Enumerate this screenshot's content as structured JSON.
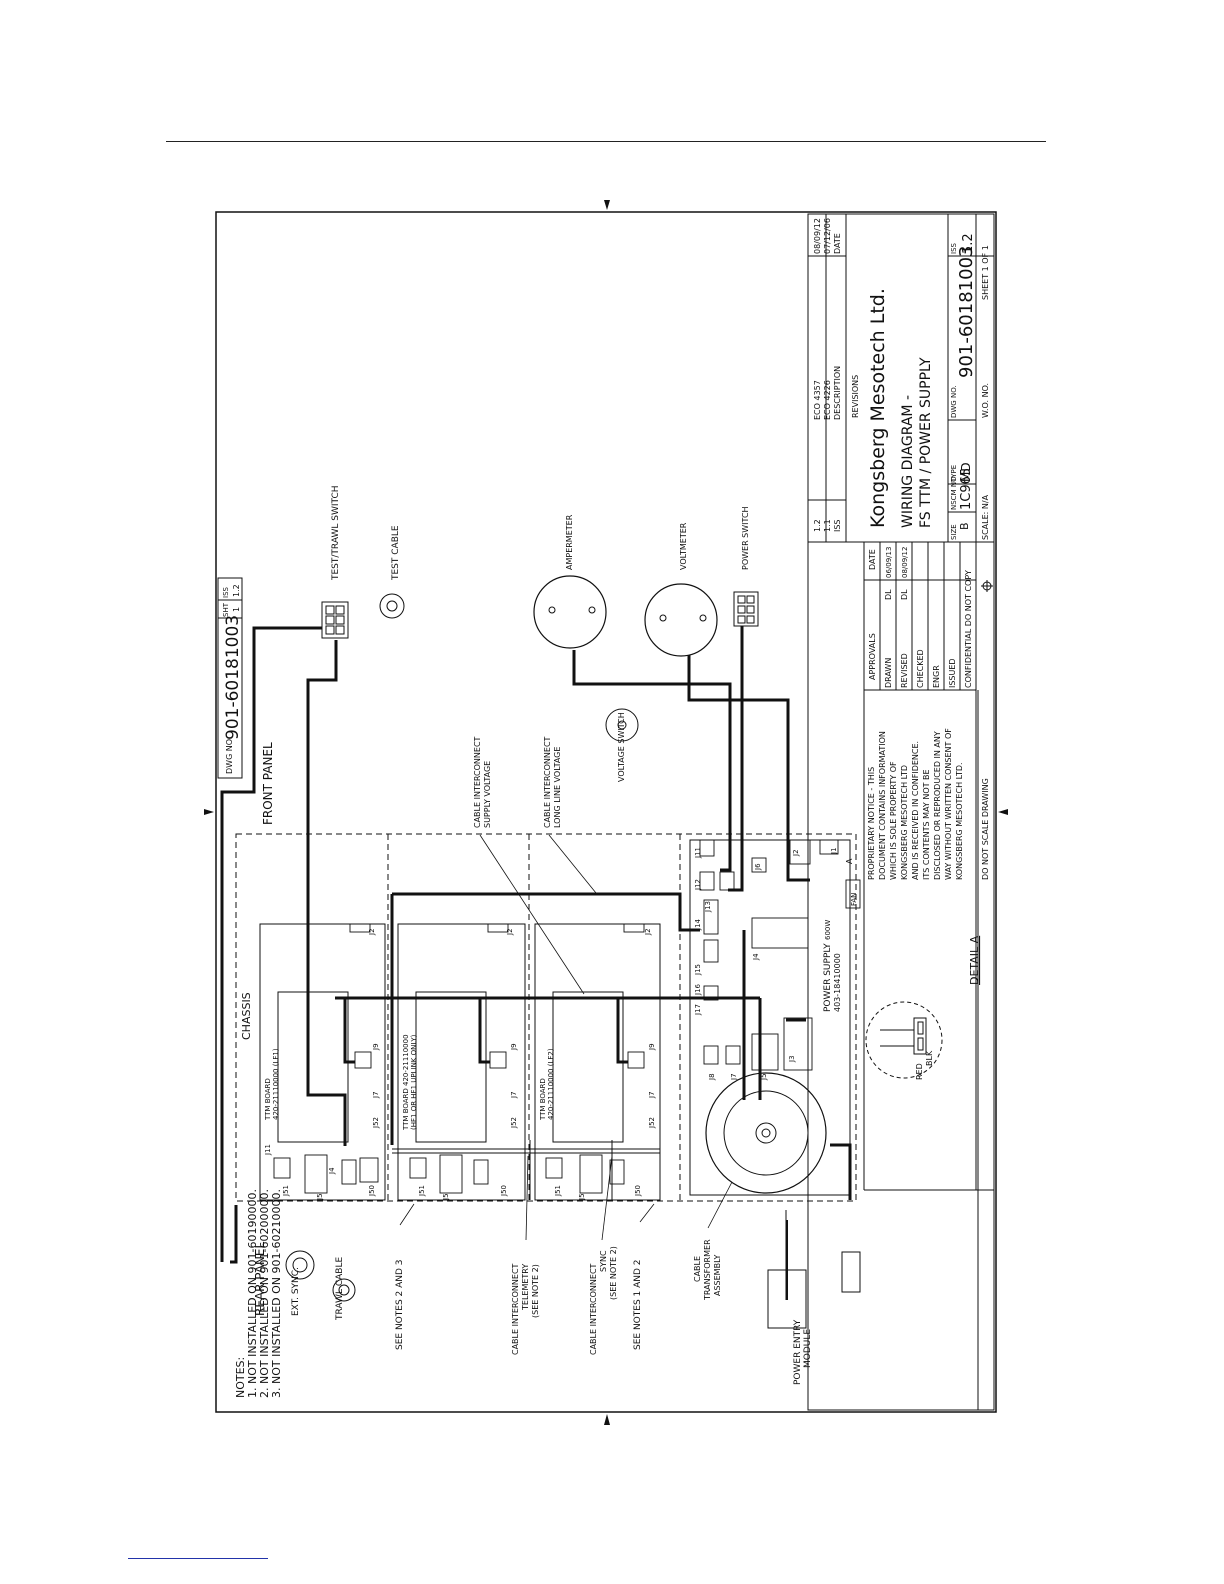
{
  "drawing": {
    "company": "Kongsberg Mesotech Ltd.",
    "title_line1": "WIRING DIAGRAM -",
    "title_line2": "FS TTM / POWER SUPPLY",
    "dwg_no": "901-60181003",
    "iss": "1.2",
    "size_label": "SIZE",
    "size": "B",
    "nscm_label": "NSCM NO",
    "nscm": "1C965",
    "type_label": "TYPE",
    "type": "MD",
    "dwg_no_label": "DWG NO.",
    "iss_label": "ISS",
    "scale": "SCALE: N/A",
    "wo_no": "W.O. NO.",
    "sheet": "SHEET 1 OF 1",
    "sht_label": "SHT",
    "sht": "1",
    "dwg_no_stamp_label": "DWG NO."
  },
  "revisions": {
    "header": "REVISIONS",
    "col_iss": "ISS",
    "col_description": "DESCRIPTION",
    "col_date": "DATE",
    "rows": [
      {
        "iss": "1.2",
        "description": "ECO 4357",
        "date": "08/09/12"
      },
      {
        "iss": "1.1",
        "description": "ECO 4226",
        "date": "07/12/06"
      }
    ]
  },
  "approvals": {
    "header": "APPROVALS",
    "date_header": "DATE",
    "rows": [
      {
        "role": "DRAWN",
        "by": "DL",
        "date": "06/09/13"
      },
      {
        "role": "REVISED",
        "by": "DL",
        "date": "08/09/12"
      },
      {
        "role": "CHECKED",
        "by": "",
        "date": ""
      },
      {
        "role": "ENGR",
        "by": "",
        "date": ""
      },
      {
        "role": "ISSUED",
        "by": "",
        "date": ""
      }
    ],
    "confidential": "CONFIDENTIAL  DO NOT COPY"
  },
  "proprietary": {
    "lines": [
      "PROPRIETARY NOTICE - THIS",
      "DOCUMENT CONTAINS INFORMATION",
      "WHICH IS SOLE PROPERTY OF",
      "KONGSBERG MESOTECH LTD",
      "AND IS RECEIVED IN CONFIDENCE.",
      "ITS CONTENTS MAY NOT BE",
      "DISCLOSED OR REPRODUCED IN ANY",
      "WAY WITHOUT WRITTEN CONSENT OF",
      "KONGSBERG MESOTECH LTD."
    ],
    "do_not_scale": "DO NOT SCALE DRAWING"
  },
  "labels": {
    "front_panel": "FRONT PANEL",
    "rear_panel": "REAR PANEL",
    "chassis": "CHASSIS",
    "ext_sync": "EXT. SYNC.",
    "trawl_cable": "TRAWL CABLE",
    "test_trawl_switch": "TEST/TRAWL SWITCH",
    "test_cable": "TEST CABLE",
    "ampermeter": "AMPERMETER",
    "voltmeter": "VOLTMETER",
    "power_switch": "POWER SWITCH",
    "voltage_switch": "VOLTAGE SWITCH",
    "cable_supply_voltage_1": "CABLE INTERCONNECT",
    "cable_supply_voltage_2": "SUPPLY VOLTAGE",
    "cable_long_line_1": "CABLE INTERCONNECT",
    "cable_long_line_2": "LONG LINE VOLTAGE",
    "see_notes_2_3": "SEE NOTES 2 AND 3",
    "cable_telemetry_1": "CABLE INTERCONNECT",
    "cable_telemetry_2": "TELEMETRY",
    "cable_telemetry_3": "(SEE NOTE 2)",
    "cable_sync_1": "CABLE INTERCONNECT",
    "cable_sync_2": "SYNC",
    "cable_sync_3": "(SEE NOTE 2)",
    "see_notes_1_2": "SEE NOTES 1 AND 2",
    "cable_transformer_1": "CABLE",
    "cable_transformer_2": "TRANSFORMER",
    "cable_transformer_3": "ASSEMBLY",
    "power_entry_1": "POWER ENTRY",
    "power_entry_2": "MODULE",
    "power_supply_1": "POWER SUPPLY",
    "power_supply_watts": "600W",
    "power_supply_2": "403-18410000",
    "ttm_board_lf1_1": "TTM BOARD",
    "ttm_board_lf1_2": "420-21110000 (LF1)",
    "ttm_board_hf_1": "TTM BOARD  420-21110000",
    "ttm_board_hf_2": "(HF1 OR HF1 UPLINK ONLY)",
    "ttm_board_lf2_1": "TTM BOARD",
    "ttm_board_lf2_2": "420-21110000 (LF2)",
    "detail_a": "DETAIL A",
    "red": "RED",
    "blk": "BLK",
    "fan": "FAN",
    "a": "A"
  },
  "connectors": {
    "j1": "J1",
    "j2": "J2",
    "j3": "J3",
    "j4": "J4",
    "j5": "J5",
    "j6": "J6",
    "j7": "J7",
    "j8": "J8",
    "j9": "J9",
    "j11": "J11",
    "j12": "J12",
    "j13": "J13",
    "j14": "J14",
    "j15": "J15",
    "j16": "J16",
    "j17": "J17",
    "j50": "J50",
    "j51": "J51",
    "j52": "J52"
  },
  "notes": {
    "title": "NOTES:",
    "items": [
      "1. NOT INSTALLED ON 901-60190000.",
      "2. NOT INSTALLED ON 901-60200000.",
      "3. NOT INSTALLED ON 901-60210000."
    ]
  }
}
